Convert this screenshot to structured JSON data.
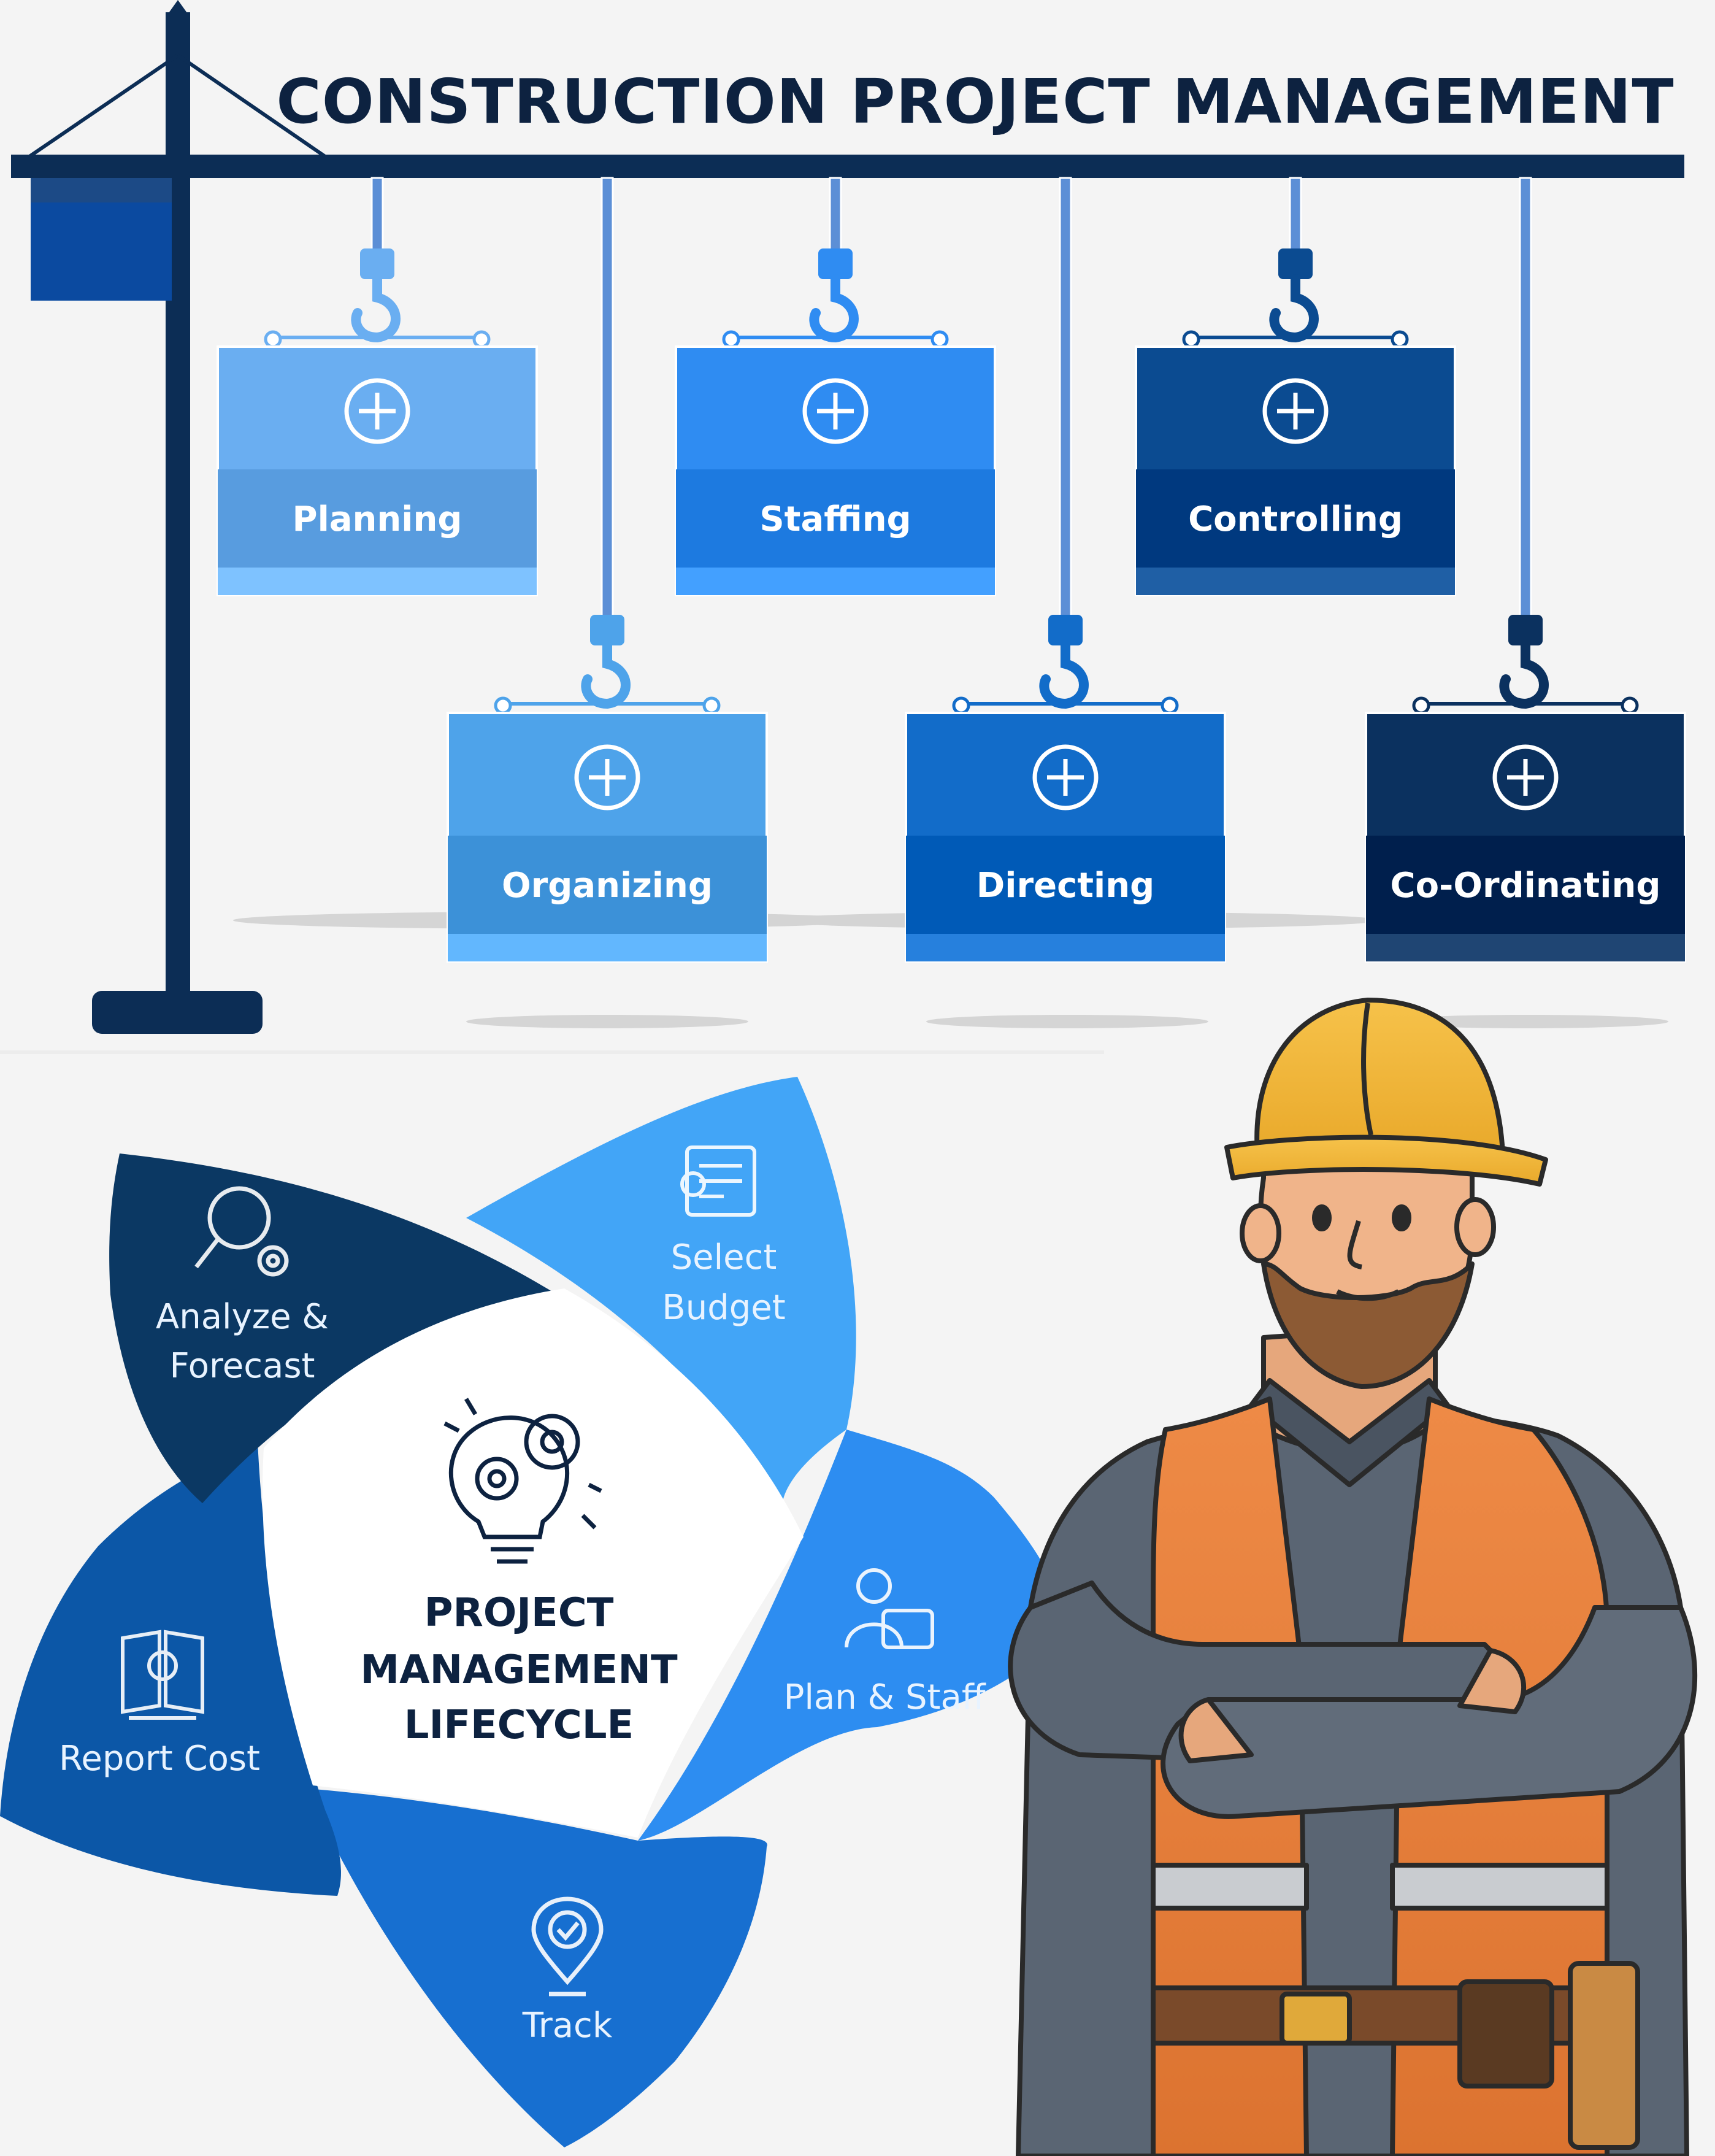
{
  "header": {
    "title": "CONSTRUCTION PROJECT MANAGEMENT"
  },
  "functions": [
    {
      "label": "Planning",
      "icon": "planning-document-icon",
      "color": "#6aaef1"
    },
    {
      "label": "Organizing",
      "icon": "organizing-gear-icon",
      "color": "#4ea3ea"
    },
    {
      "label": "Staffing",
      "icon": "team-icon",
      "color": "#2f8cf2"
    },
    {
      "label": "Directing",
      "icon": "worker-hardhat-icon",
      "color": "#126cc9"
    },
    {
      "label": "Controlling",
      "icon": "analytics-monitor-icon",
      "color": "#0b4b91"
    },
    {
      "label": "Co-Ordinating",
      "icon": "network-people-icon",
      "color": "#0b315f"
    }
  ],
  "lifecycle": {
    "title_line1": "PROJECT",
    "title_line2": "MANAGEMENT",
    "title_line3": "LIFECYCLE",
    "center_icon": "lightbulb-gears-icon",
    "steps": [
      {
        "line1": "Select",
        "line2": "Budget",
        "icon": "budget-icon",
        "color": "#42a5f7"
      },
      {
        "line1": "Plan & Staff",
        "line2": "",
        "icon": "plan-staff-icon",
        "color": "#2d8df1"
      },
      {
        "line1": "Track",
        "line2": "",
        "icon": "location-check-icon",
        "color": "#176fd0"
      },
      {
        "line1": "Report Cost",
        "line2": "",
        "icon": "report-book-icon",
        "color": "#0c57a7"
      },
      {
        "line1": "Analyze &",
        "line2": "Forecast",
        "icon": "magnifier-gear-icon",
        "color": "#0b3863"
      }
    ]
  },
  "colors": {
    "crane": "#0c2d55",
    "text_dark": "#0d2240",
    "white": "#ffffff"
  }
}
